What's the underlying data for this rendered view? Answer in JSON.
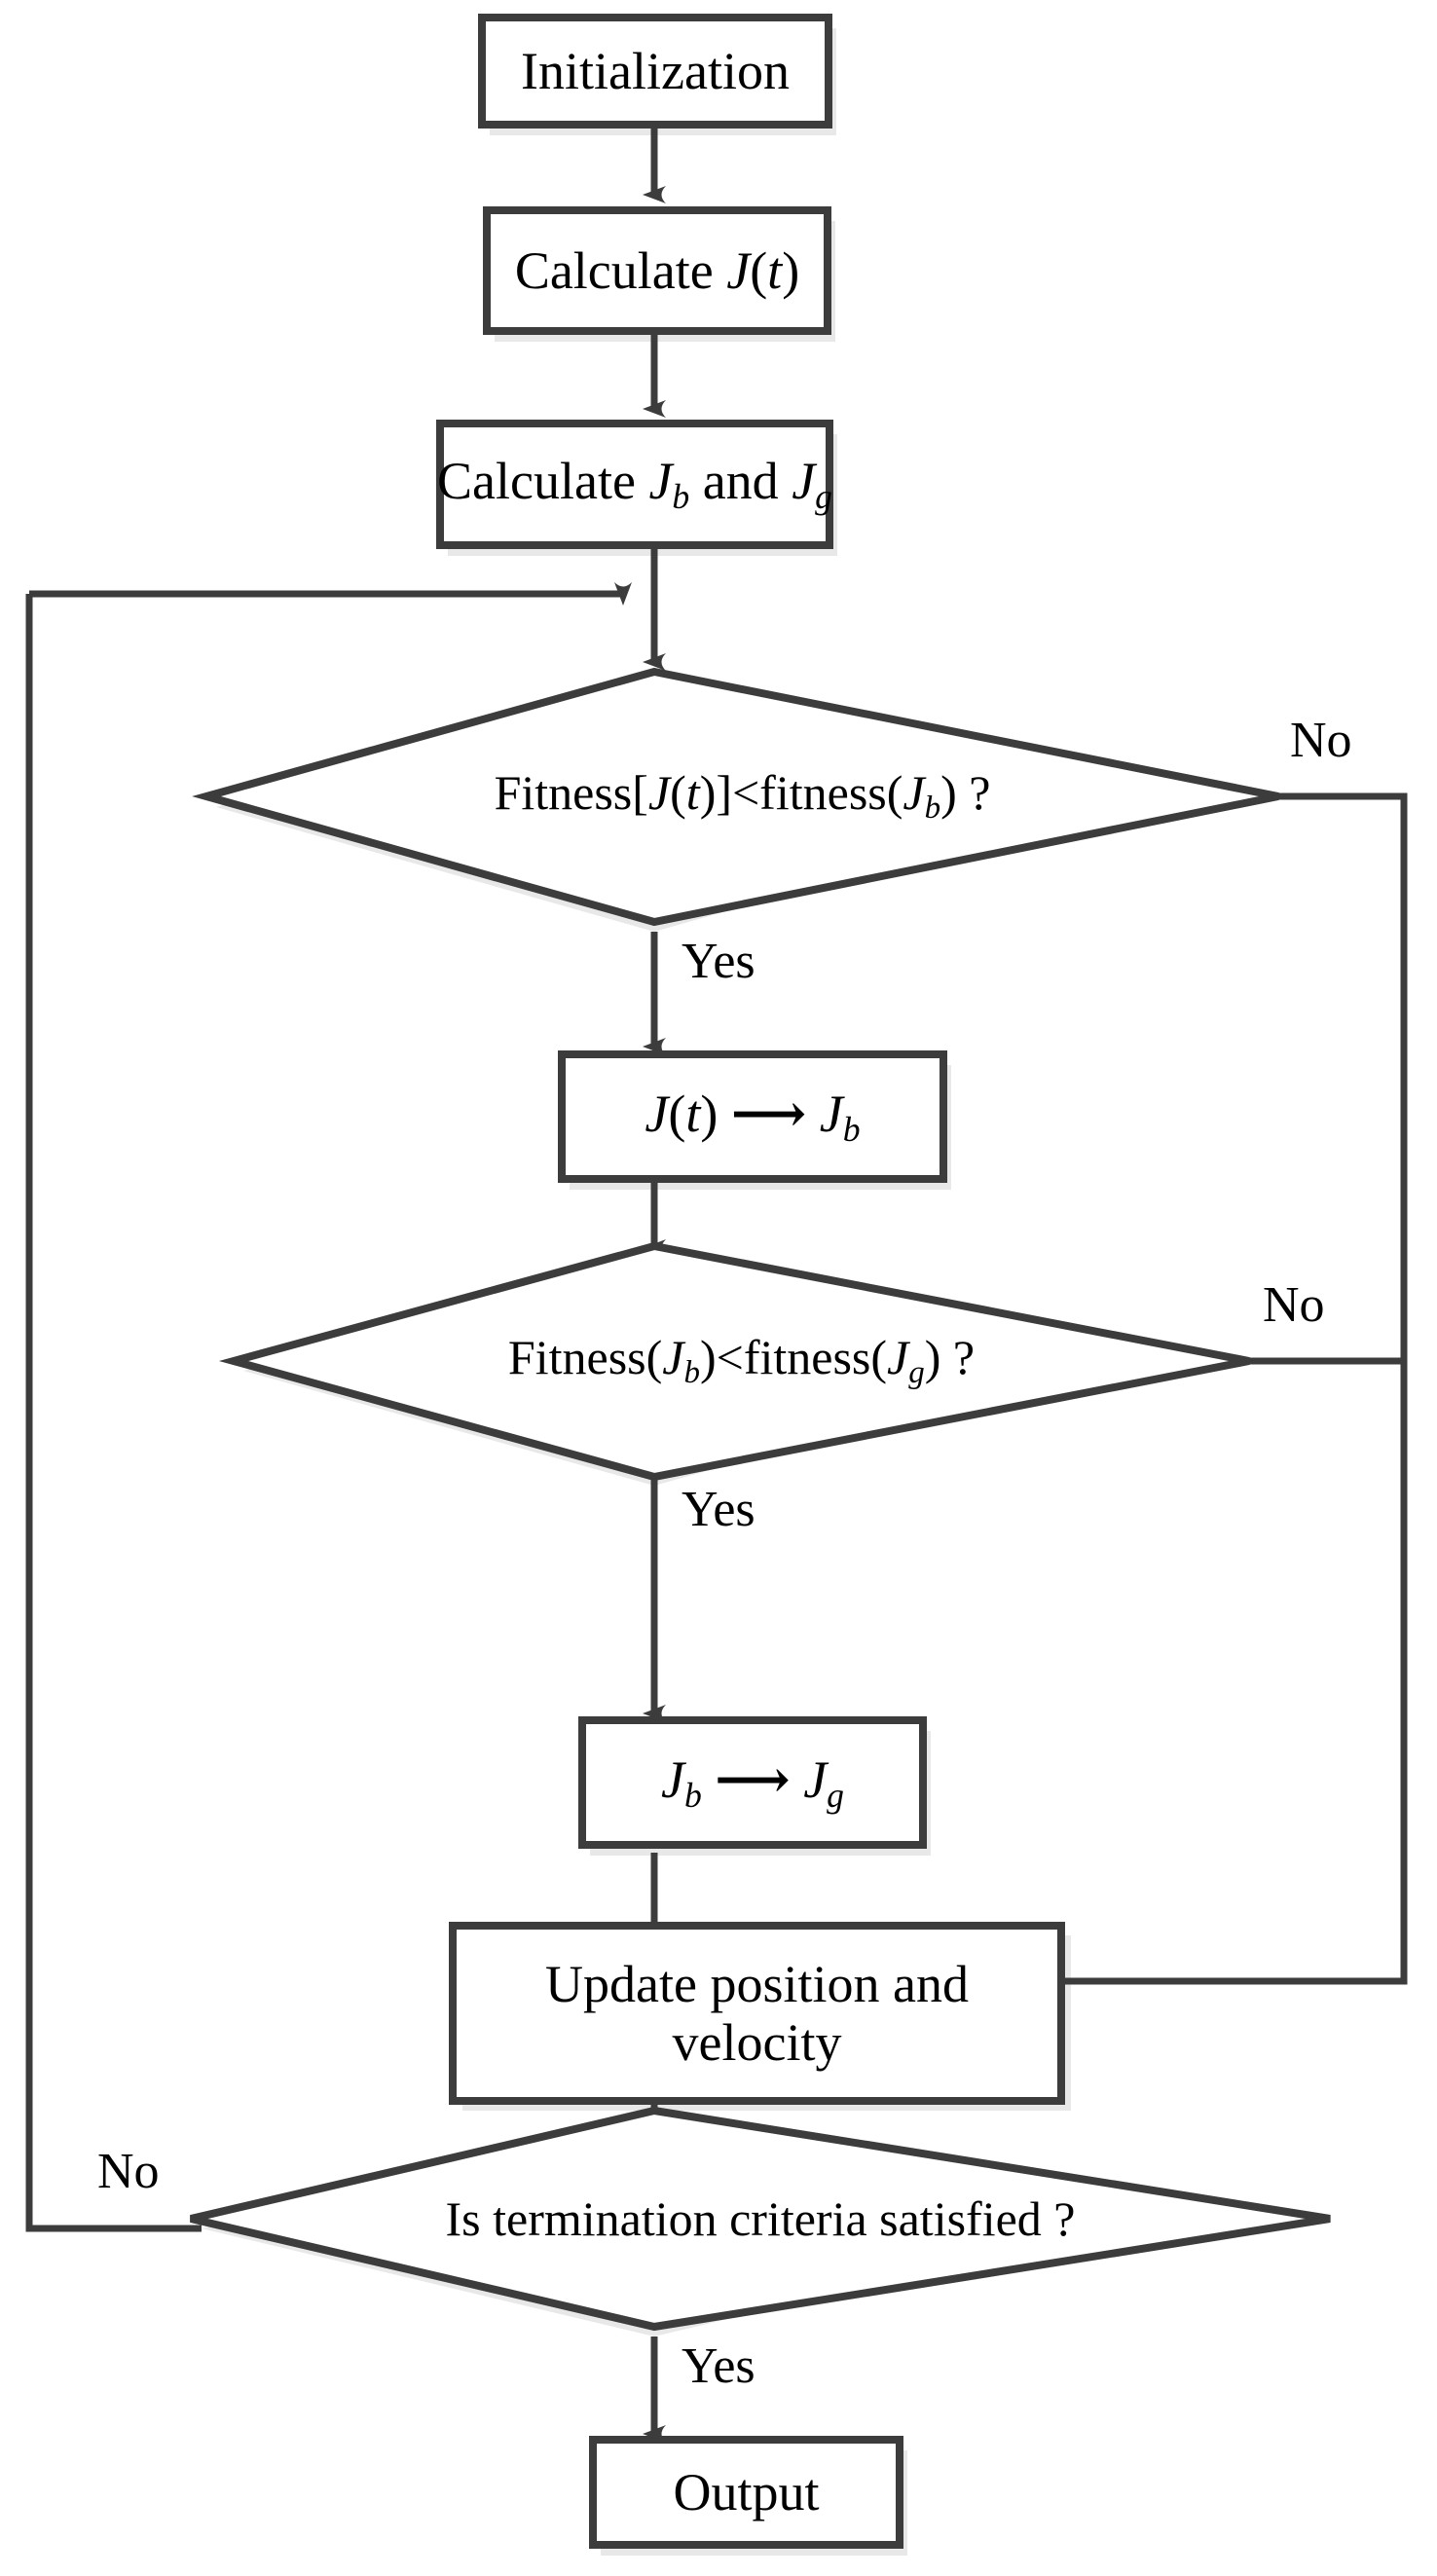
{
  "diagram": {
    "title": "PSO algorithm flowchart",
    "type": "flowchart",
    "colors": {
      "stroke": "#3c3c3c",
      "fill": "#ffffff",
      "shadow": "#e6e6e6",
      "text": "#000000",
      "background": "#ffffff"
    }
  },
  "nodes": {
    "initialization": {
      "id": "initialization",
      "shape": "process",
      "label": "Initialization"
    },
    "calculate_j": {
      "id": "calculate_j",
      "shape": "process",
      "label": "Calculate J(t)",
      "label_parts": {
        "lead": "Calculate ",
        "sym": "J",
        "tail": "(t)"
      }
    },
    "calculate_jb_jg": {
      "id": "calculate_jb_jg",
      "shape": "process",
      "label": "Calculate Jb and Jg"
    },
    "decision_fitness_jt": {
      "id": "decision_fitness_jt",
      "shape": "decision",
      "label": "Fitness[J(t)]<fitness(Jb) ?"
    },
    "assign_jt_to_jb": {
      "id": "assign_jt_to_jb",
      "shape": "process",
      "label": "J(t) → Jb"
    },
    "decision_fitness_jb": {
      "id": "decision_fitness_jb",
      "shape": "decision",
      "label": "Fitness(Jb)<fitness(Jg) ?"
    },
    "assign_jb_to_jg": {
      "id": "assign_jb_to_jg",
      "shape": "process",
      "label": "Jb → Jg"
    },
    "update_position_velocity": {
      "id": "update_position_velocity",
      "shape": "process",
      "label_line1": "Update position and",
      "label_line2": "velocity"
    },
    "decision_termination": {
      "id": "decision_termination",
      "shape": "decision",
      "label": "Is termination criteria satisfied ?"
    },
    "output": {
      "id": "output",
      "shape": "process",
      "label": "Output"
    }
  },
  "edge_labels": {
    "no_1": "No",
    "yes_1": "Yes",
    "no_2": "No",
    "yes_2": "Yes",
    "no_3": "No",
    "yes_3": "Yes"
  },
  "symbols": {
    "J": "J",
    "t": "t",
    "b": "b",
    "g": "g",
    "arrow": "→",
    "less_than": "<",
    "question": "?"
  },
  "text_fragments": {
    "calculate": "Calculate",
    "and": "and",
    "fitness_cap": "Fitness",
    "fitness_low": "fitness",
    "is_termination": "Is termination criteria satisfied ?",
    "update_l1": "Update position and",
    "update_l2": "velocity",
    "initialization": "Initialization",
    "output": "Output"
  }
}
